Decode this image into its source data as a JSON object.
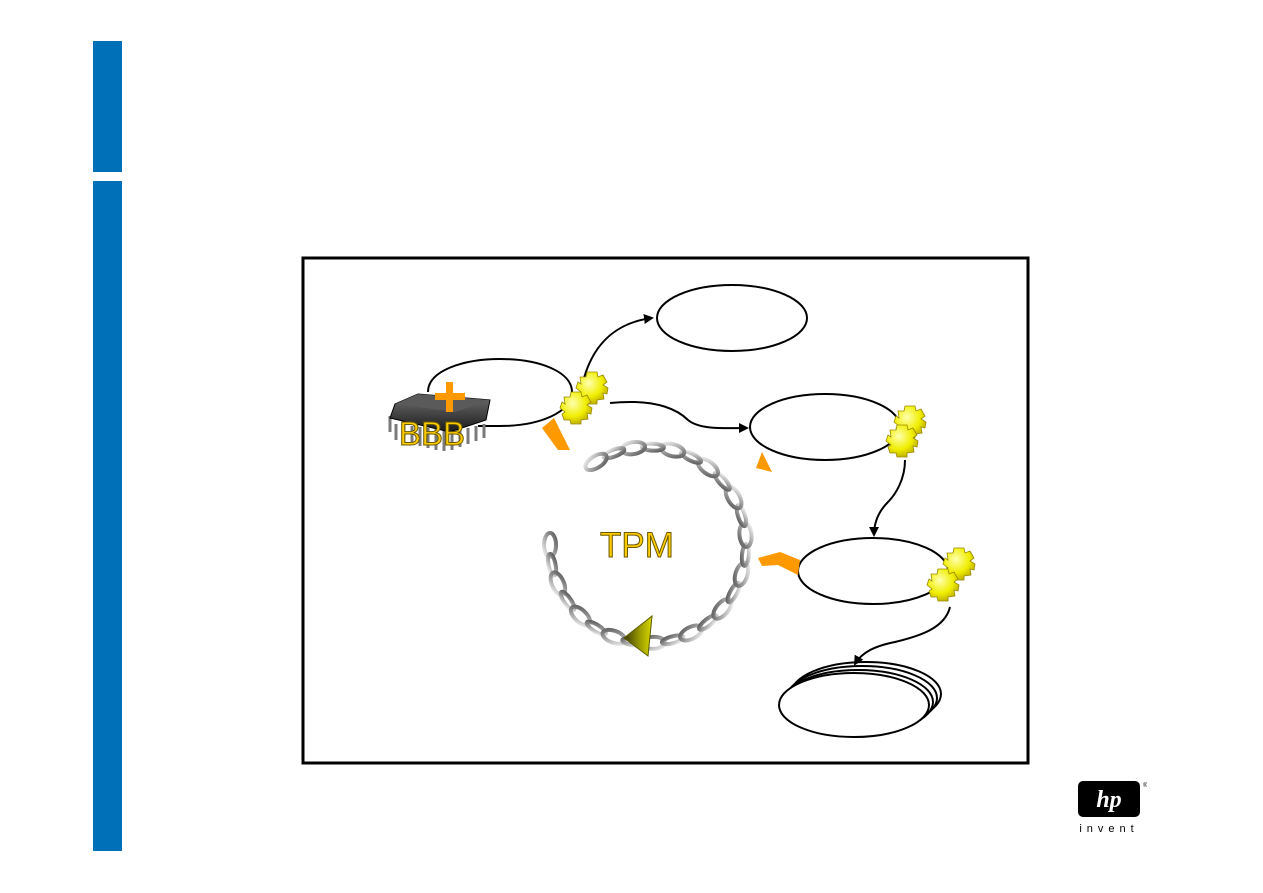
{
  "diagram": {
    "chip_label": "BBB",
    "chain_label": "TPM",
    "colors": {
      "sidebar": "#0071b8",
      "label_fill": "#ffcc00",
      "arrow_orange": "#ff9900",
      "gear": "#f2f200",
      "chain": "#a8a8a8"
    }
  },
  "logo": {
    "mark": "hp",
    "tagline": "invent"
  }
}
